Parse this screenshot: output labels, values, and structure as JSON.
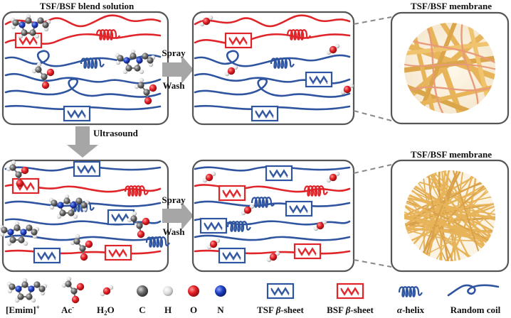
{
  "labels": {
    "blend_solution": "TSF/BSF blend solution",
    "membrane_top": "TSF/BSF membrane",
    "membrane_bottom": "TSF/BSF membrane",
    "spray_top": "Spray",
    "wash_top": "Wash",
    "spray_bottom": "Spray",
    "wash_bottom": "Wash",
    "ultrasound": "Ultrasound"
  },
  "legend": {
    "emim": "[Emim]",
    "emim_sup": "+",
    "ac": "Ac",
    "ac_sup": "-",
    "h2o_h": "H",
    "h2o_sub": "2",
    "h2o_o": "O",
    "carbon": "C",
    "hydrogen": "H",
    "oxygen": "O",
    "nitrogen": "N",
    "tsf_sheet": "TSF ",
    "bsf_sheet": "BSF ",
    "beta": "β",
    "sheet": "-sheet",
    "alpha": "α",
    "helix": "-helix",
    "random_coil": "Random coil"
  },
  "colors": {
    "tsf_blue": "#2f55a0",
    "bsf_red": "#e0252a",
    "panel_border": "#555555",
    "arrow_gray": "#a6a6a6",
    "fiber_gold": "#e8b45a",
    "fiber_pink": "#e99a7a",
    "oxygen_red": "#e31e24",
    "nitrogen_blue": "#1f3fbf",
    "carbon_gray": "#6b6b6b"
  }
}
